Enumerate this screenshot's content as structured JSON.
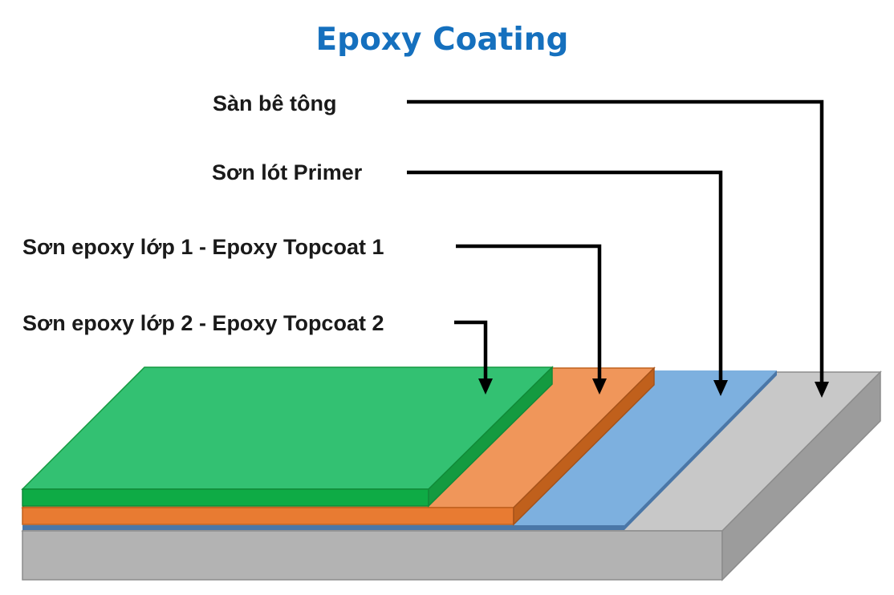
{
  "title": "Epoxy Coating",
  "colors": {
    "title": "#1570be",
    "concrete_top": "#c8c8c8",
    "concrete_front": "#b3b3b3",
    "concrete_side": "#9c9c9c",
    "primer_top": "#7db0df",
    "primer_edge": "#4a77a8",
    "topcoat1_top": "#f0965a",
    "topcoat1_front": "#e87b32",
    "topcoat1_side": "#c0601c",
    "topcoat2_top": "#33c172",
    "topcoat2_front": "#0eab45",
    "topcoat2_side": "#149a40",
    "leader": "#000000"
  },
  "layers": [
    {
      "id": "concrete",
      "label": "Sàn bê tông"
    },
    {
      "id": "primer",
      "label": "Sơn lót Primer"
    },
    {
      "id": "topcoat1",
      "label": "Sơn epoxy lớp 1 - Epoxy Topcoat 1"
    },
    {
      "id": "topcoat2",
      "label": "Sơn epoxy lớp 2 - Epoxy Topcoat 2"
    }
  ]
}
